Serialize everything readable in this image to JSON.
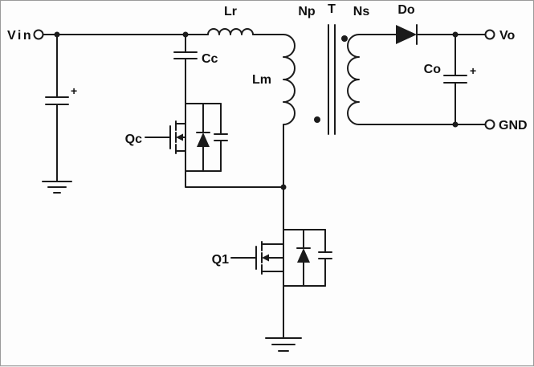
{
  "diagram": {
    "labels": {
      "vin": "Vin",
      "lr": "Lr",
      "cc": "Cc",
      "qc": "Qc",
      "lm": "Lm",
      "np": "Np",
      "t": "T",
      "ns": "Ns",
      "do": "Do",
      "vo": "Vo",
      "co": "Co",
      "gnd": "GND",
      "q1": "Q1",
      "input_cap_polarity": "+",
      "output_cap_polarity": "+"
    },
    "colors": {
      "line": "#1b1b1b",
      "background": "#fdfdfd",
      "border": "#9a9a9a"
    }
  }
}
